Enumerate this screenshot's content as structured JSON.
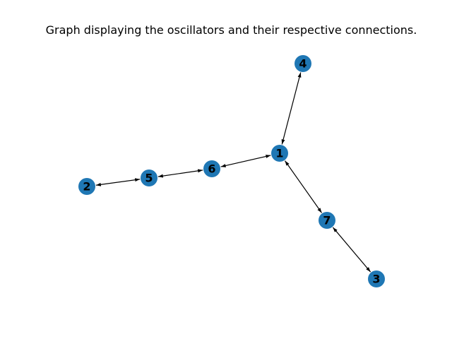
{
  "title": "Graph displaying the oscillators and their respective connections.",
  "colors": {
    "node": "#1f77b4",
    "edge": "#000000",
    "label": "#000000",
    "background": "#ffffff"
  },
  "nodes": [
    {
      "id": "1",
      "label": "1"
    },
    {
      "id": "2",
      "label": "2"
    },
    {
      "id": "3",
      "label": "3"
    },
    {
      "id": "4",
      "label": "4"
    },
    {
      "id": "5",
      "label": "5"
    },
    {
      "id": "6",
      "label": "6"
    },
    {
      "id": "7",
      "label": "7"
    }
  ],
  "edges": [
    {
      "source": "1",
      "target": "4",
      "direction": "both"
    },
    {
      "source": "1",
      "target": "6",
      "direction": "both"
    },
    {
      "source": "1",
      "target": "7",
      "direction": "both"
    },
    {
      "source": "7",
      "target": "3",
      "direction": "both"
    },
    {
      "source": "6",
      "target": "5",
      "direction": "both"
    },
    {
      "source": "5",
      "target": "2",
      "direction": "both"
    }
  ]
}
